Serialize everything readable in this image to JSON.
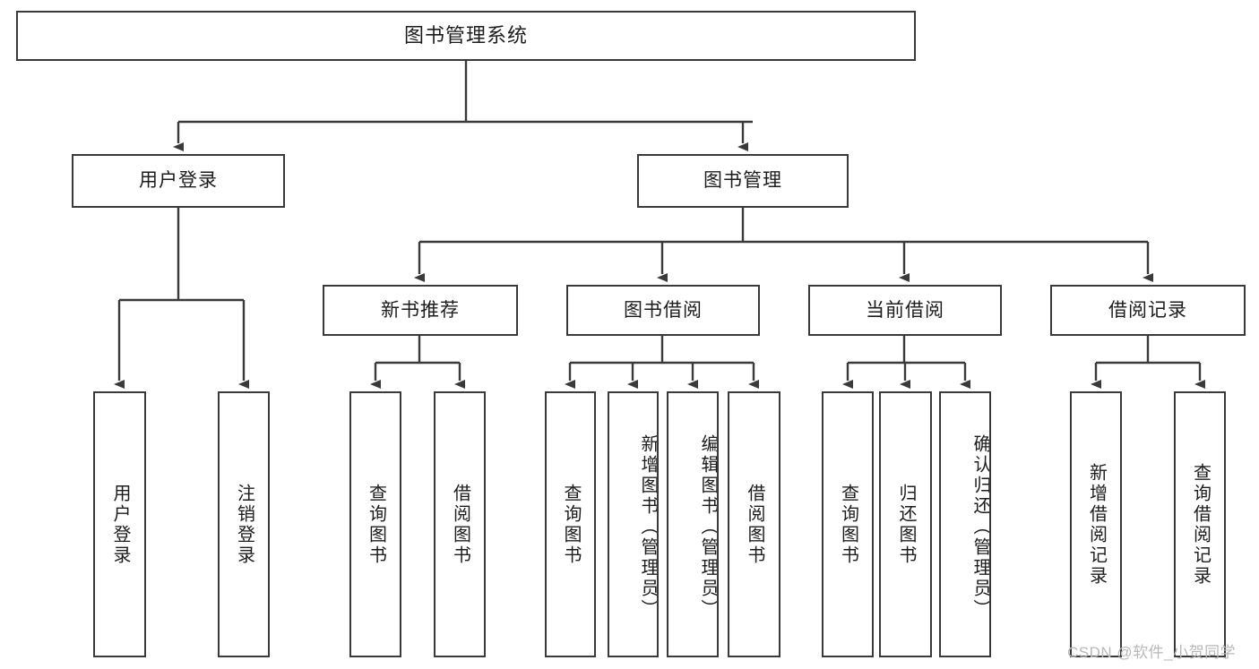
{
  "diagram": {
    "title": "图书管理系统",
    "type": "hierarchy-tree",
    "level2": {
      "user_login": "用户登录",
      "book_manage": "图书管理"
    },
    "level3": {
      "new_book_rec": "新书推荐",
      "book_borrow": "图书借阅",
      "current_borrow": "当前借阅",
      "borrow_record": "借阅记录"
    },
    "leaves": {
      "user_login_1": "用户登录",
      "user_login_2": "注销登录",
      "new_book_1": "查询图书",
      "new_book_2": "借阅图书",
      "borrow_1": "查询图书",
      "borrow_2": "新增图书（管理员）",
      "borrow_3": "编辑图书（管理员）",
      "borrow_4": "借阅图书",
      "current_1": "查询图书",
      "current_2": "归还图书",
      "current_3": "确认归还（管理员）",
      "record_1": "新增借阅记录",
      "record_2": "查询借阅记录"
    }
  },
  "watermark": {
    "text": "CSDN @软件_小贺同学"
  }
}
